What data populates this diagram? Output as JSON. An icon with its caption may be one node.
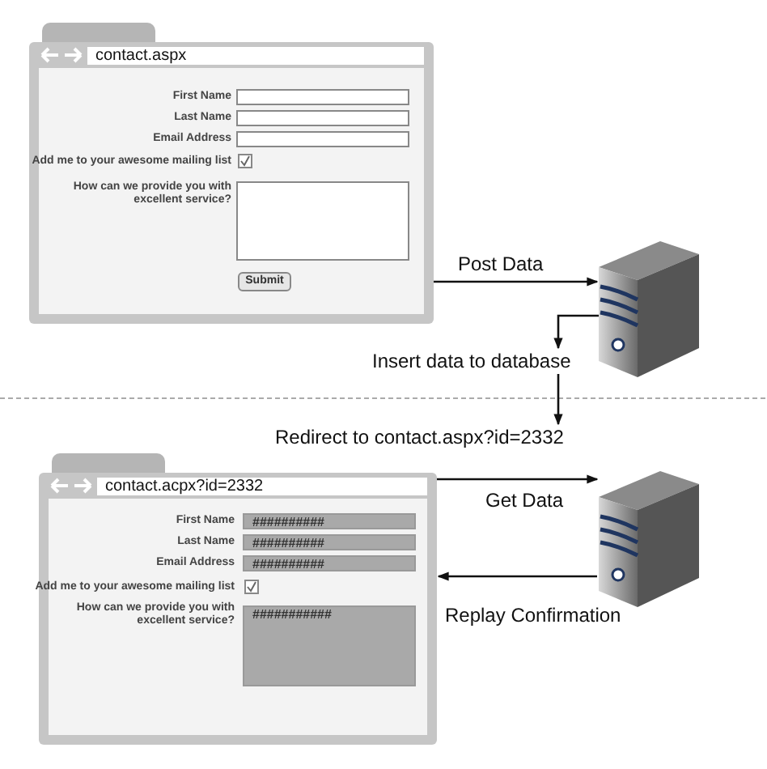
{
  "diagram": {
    "nodes": [
      {
        "text": [
          "First Name",
          "Last Name",
          "Email Address",
          "Add me to your awesome mailing list",
          "How can we provide you with excellent service?"
        ]
      },
      {
        "text": [
          "contact.aspx"
        ],
        "in": 0
      },
      {
        "text": [
          "Submit"
        ],
        "in": 0
      },
      {
        "text": [],
        "shape": "box"
      },
      {
        "text": [
          "Insert data to database"
        ]
      },
      {
        "text": [
          "Redirect to contact.aspx?id=2332"
        ]
      },
      {
        "text": [
          "First Name",
          "##########",
          "Last Name",
          "##########",
          "Email Address",
          "##########",
          "Add me to your awesome mailing list",
          "How can we provide you with excellent service?",
          "###########"
        ]
      },
      {
        "text": [
          "contact.acpx?id=2332"
        ],
        "in": 6
      },
      {
        "text": [],
        "shape": "box"
      }
    ],
    "edges": [
      {
        "from": 2,
        "to": 3,
        "arrow": "to",
        "label": "Post Data"
      },
      {
        "from": 3,
        "to": 4,
        "arrow": "to"
      },
      {
        "from": 4,
        "to": 5,
        "arrow": "to"
      },
      {
        "from": 7,
        "to": 8,
        "arrow": "to",
        "label": "Get Data"
      },
      {
        "from": 8,
        "to": 6,
        "arrow": "to",
        "label": "Replay Confirmation"
      }
    ]
  }
}
